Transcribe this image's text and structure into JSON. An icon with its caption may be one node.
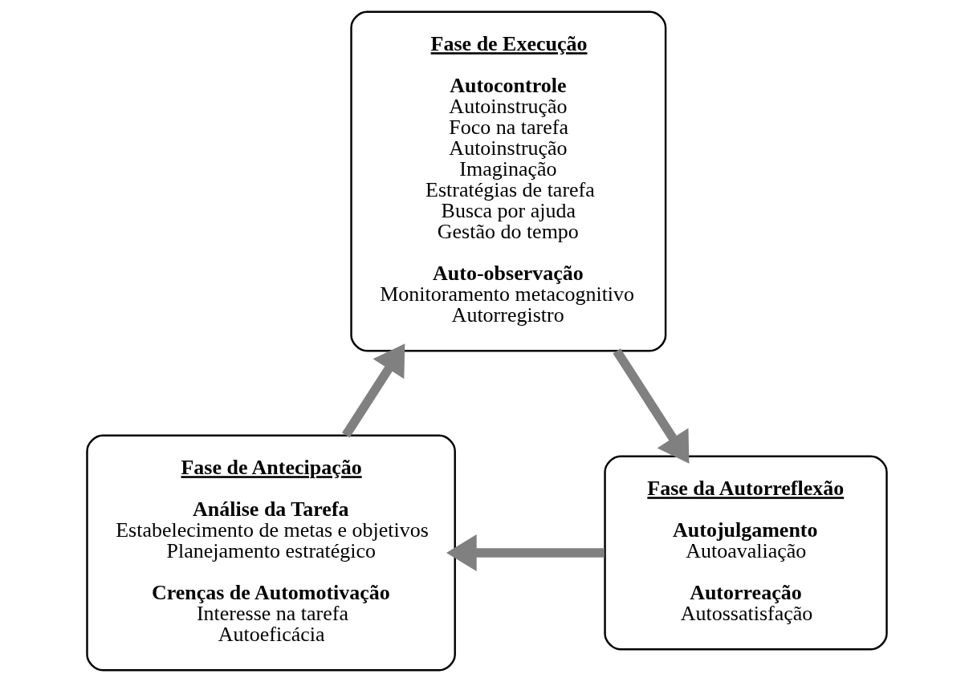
{
  "diagram": {
    "nodes": [
      {
        "text": [
          "Fase de Antecipação",
          "Análise da Tarefa",
          "Estabelecimento de metas e objetivos",
          "Planejamento estratégico",
          "Crenças de Automotivação",
          "Interesse na tarefa",
          "Autoeficácia"
        ]
      },
      {
        "text": [
          "Fase de Execução",
          "Autocontrole",
          "Autoinstrução",
          "Foco na tarefa",
          "Autoinstrução",
          "Imaginação",
          "Estratégias de tarefa",
          "Busca por ajuda",
          "Gestão do tempo",
          "Auto-observação",
          "Monitoramento metacognitivo",
          "Autorregistro"
        ]
      },
      {
        "text": [
          "Fase da Autorreflexão",
          "Autojulgamento",
          "Autoavaliação",
          "Autorreação",
          "Autossatisfação"
        ]
      }
    ],
    "edges": [
      {
        "from": 0,
        "to": 1,
        "arrow": "to"
      },
      {
        "from": 1,
        "to": 2,
        "arrow": "to"
      },
      {
        "from": 2,
        "to": 0,
        "arrow": "to"
      }
    ]
  }
}
